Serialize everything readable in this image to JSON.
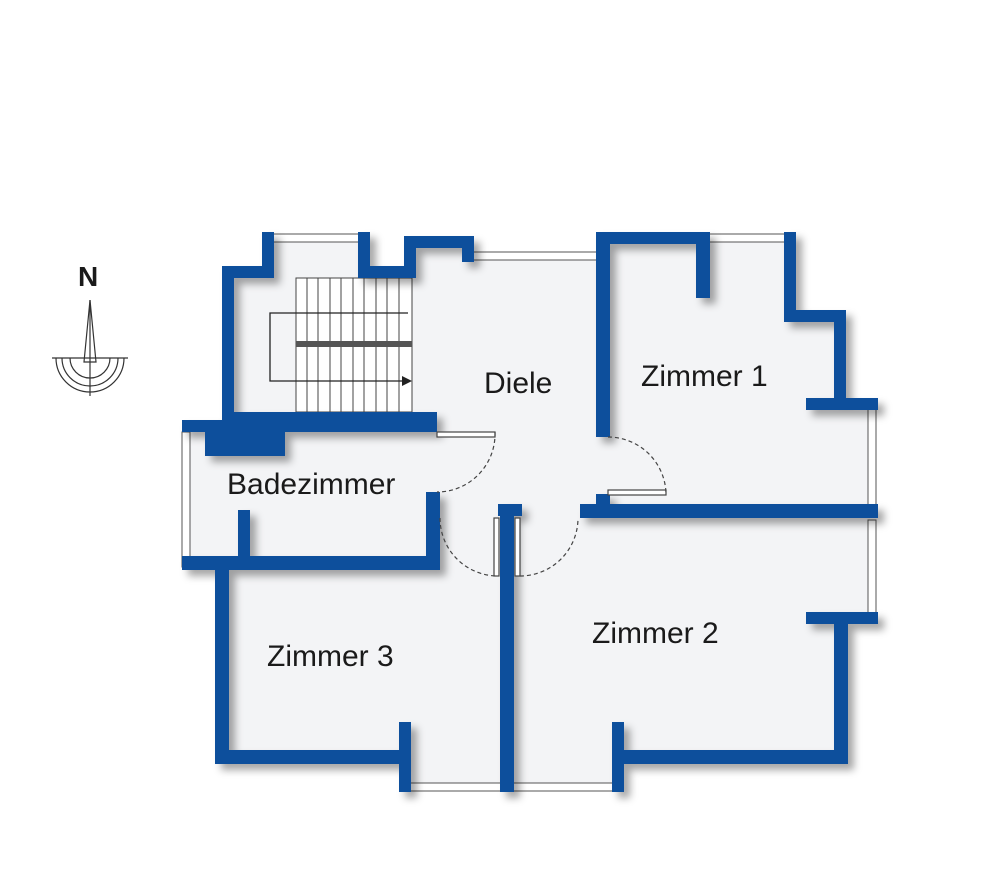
{
  "plan": {
    "rooms": [
      {
        "id": "diele",
        "label": "Diele"
      },
      {
        "id": "zimmer1",
        "label": "Zimmer 1"
      },
      {
        "id": "badezimmer",
        "label": "Badezimmer"
      },
      {
        "id": "zimmer2",
        "label": "Zimmer 2"
      },
      {
        "id": "zimmer3",
        "label": "Zimmer 3"
      }
    ],
    "compass": {
      "label": "N"
    }
  },
  "colors": {
    "wall": "#0a4f9c",
    "floor": "#f3f4f6",
    "background": "#ffffff"
  },
  "icons": {
    "compass": "north-arrow-icon",
    "stairs": "staircase-icon"
  }
}
